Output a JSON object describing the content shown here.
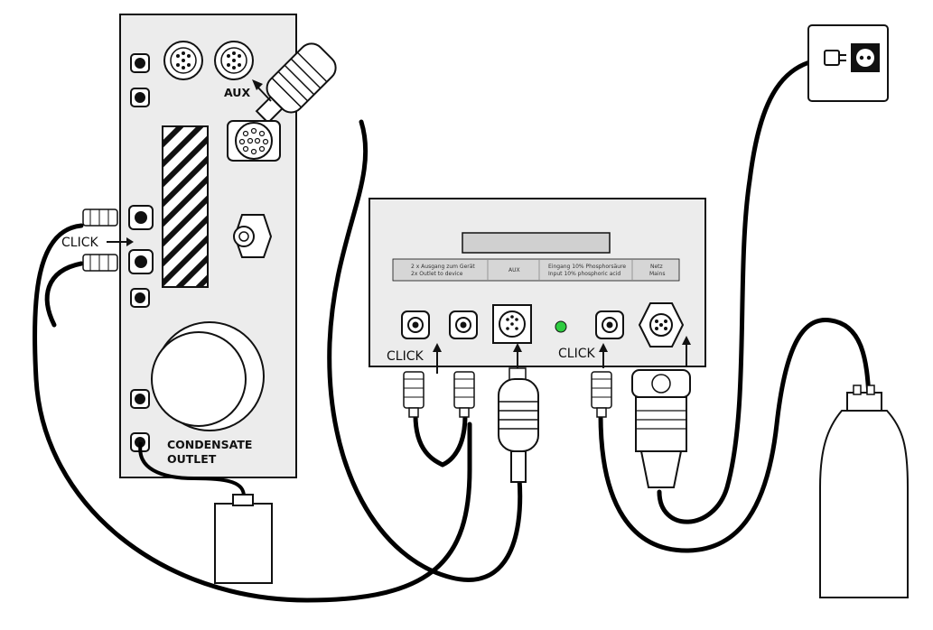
{
  "labels": {
    "aux": "AUX",
    "click_left": "CLICK",
    "click_mid_left": "CLICK",
    "click_mid_right": "CLICK",
    "condensate_line1": "CONDENSATE",
    "condensate_line2": "OUTLET"
  },
  "panel": {
    "col1_line1": "2 x Ausgang zum Gerät",
    "col1_line2": "2x Outlet to device",
    "col2": "AUX",
    "col3_line1": "Eingang 10% Phosphorsäure",
    "col3_line2": "Input 10% phosphoric acid",
    "col4_line1": "Netz",
    "col4_line2": "Mains"
  },
  "colors": {
    "line": "#000000",
    "panel_grey": "#ececec",
    "label_strip": "#d6d6d6",
    "led": "#2ecc40"
  },
  "icons": [
    "power-plug-icon",
    "wall-socket-icon",
    "arrow-icon",
    "hose-connector-icon",
    "round-connector-icon"
  ]
}
